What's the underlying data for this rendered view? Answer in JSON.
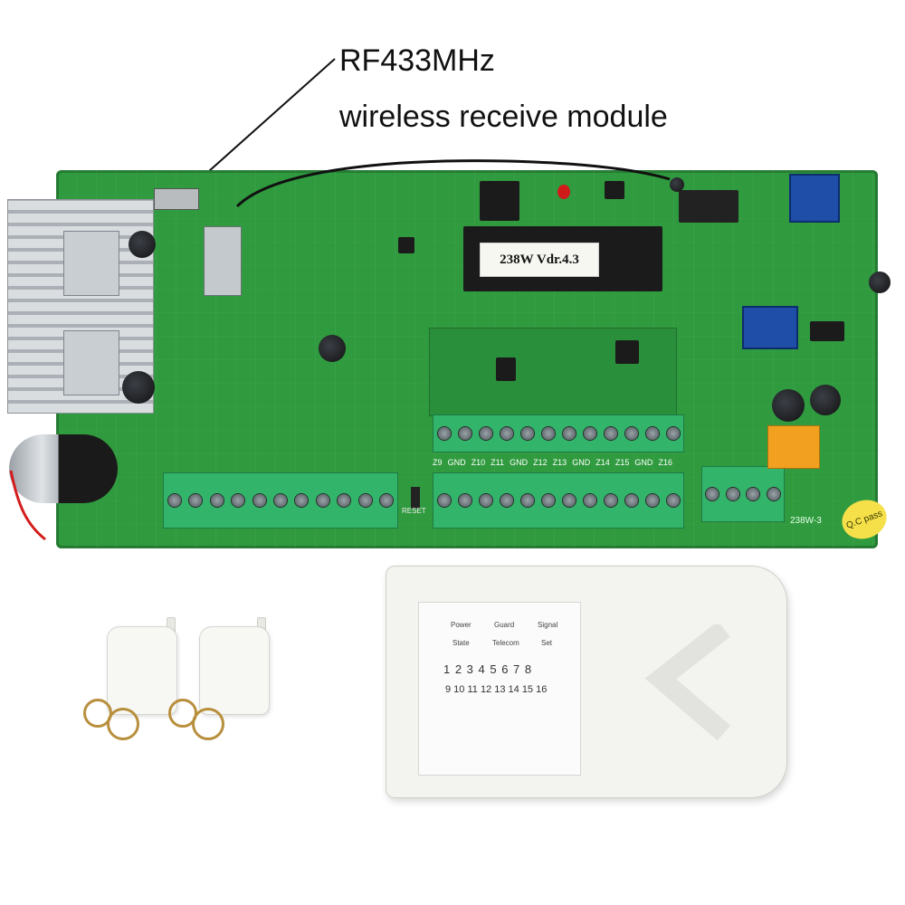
{
  "caption": {
    "line1": "RF433MHz",
    "line2": "wireless receive module"
  },
  "pcb": {
    "chip_label": "238W Vdr.4.3",
    "zone_labels": [
      "Z9",
      "GND",
      "Z10",
      "Z11",
      "GND",
      "Z12",
      "Z13",
      "GND",
      "Z14",
      "Z15",
      "GND",
      "Z16"
    ],
    "board_id": "238W-3",
    "reset_label": "RESET",
    "qc_sticker": "Q.C pass"
  },
  "keypad": {
    "indicators_top": [
      "Power",
      "Guard",
      "Signal"
    ],
    "indicators_bottom": [
      "State",
      "Telecom",
      "Set"
    ],
    "row1": "1 2 3 4 5 6 7 8",
    "row2": "9 10 11 12 13 14 15 16"
  },
  "colors": {
    "pcb_green": "#2f9a3e",
    "terminal_green": "#32b46a",
    "relay_orange": "#f2a01f",
    "keypad_white": "#f3f3ef"
  }
}
